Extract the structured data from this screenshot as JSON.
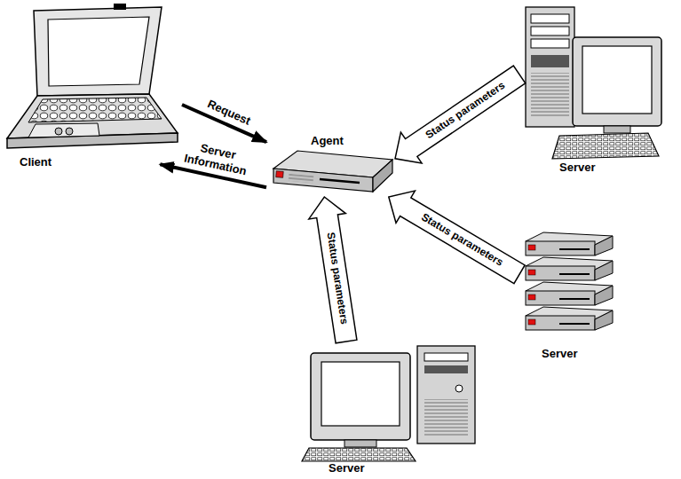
{
  "diagram": {
    "nodes": [
      {
        "text": [
          "Client"
        ]
      },
      {
        "text": [
          "Agent"
        ]
      },
      {
        "text": [
          "Server"
        ]
      },
      {
        "text": [
          "Server"
        ]
      },
      {
        "text": [
          "Server"
        ]
      }
    ],
    "edges": [
      {
        "from": 0,
        "to": 1,
        "label": "Request",
        "arrow": "to"
      },
      {
        "from": 1,
        "to": 0,
        "label": "Server Information",
        "arrow": "to"
      },
      {
        "from": 2,
        "to": 1,
        "label": "Status parameters",
        "arrow": "to"
      },
      {
        "from": 3,
        "to": 1,
        "label": "Status parameters",
        "arrow": "to"
      },
      {
        "from": 4,
        "to": 1,
        "label": "Status parameters",
        "arrow": "to"
      }
    ]
  }
}
